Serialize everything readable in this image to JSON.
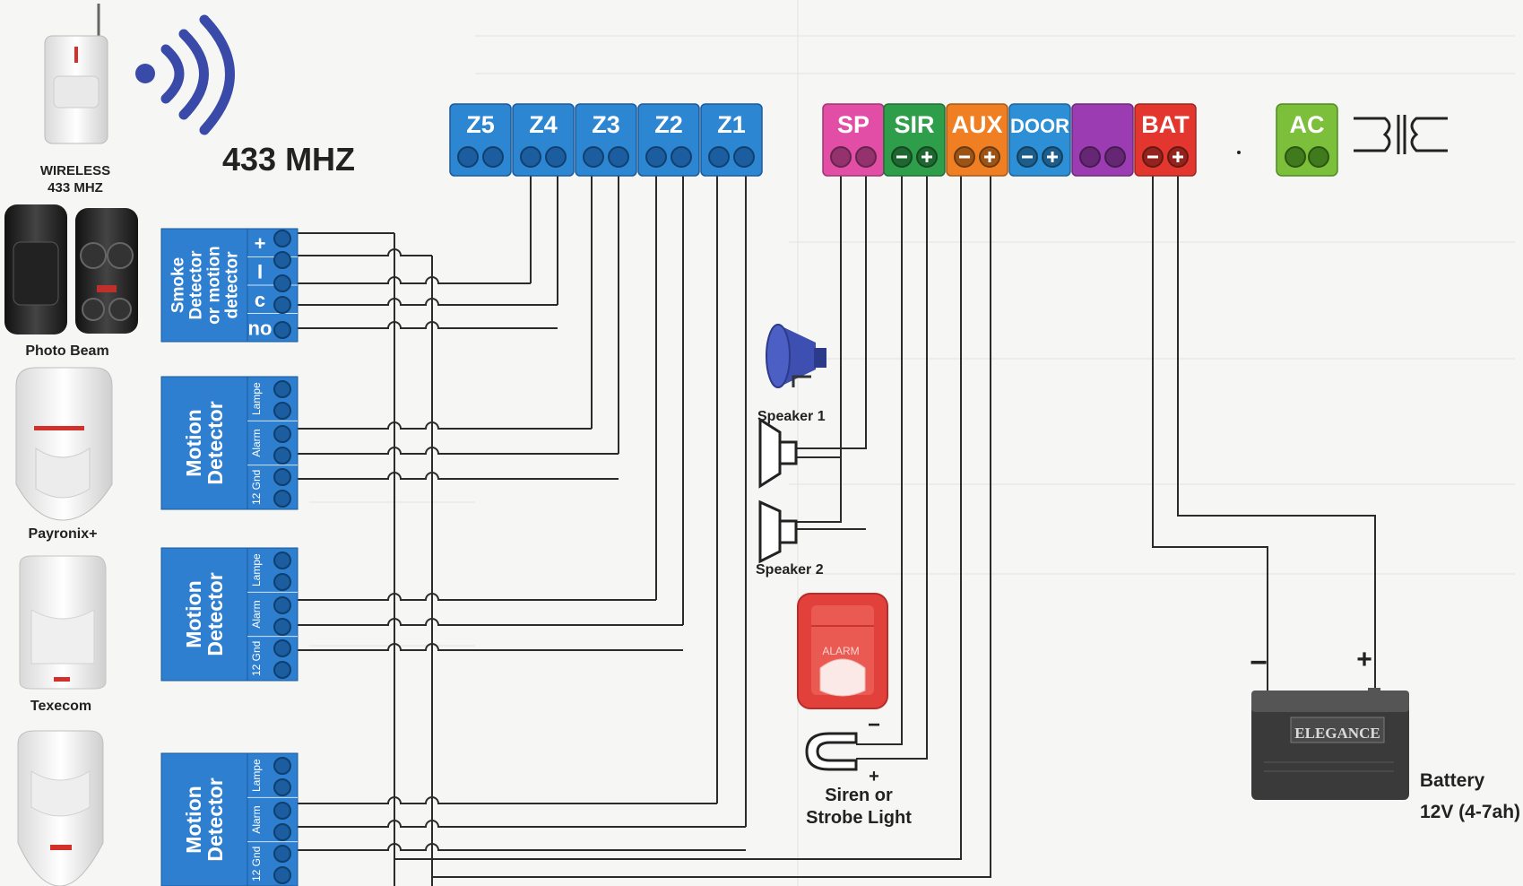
{
  "wireless": {
    "label1": "WIRELESS",
    "label2": "433 MHZ",
    "freq": "433 MHZ"
  },
  "device_labels": {
    "photo_beam": "Photo Beam",
    "payronix": "Payronix+",
    "texecom": "Texecom"
  },
  "zones": [
    "Z5",
    "Z4",
    "Z3",
    "Z2",
    "Z1"
  ],
  "outputs": [
    {
      "label": "SP",
      "color": "#e24da6"
    },
    {
      "label": "SIR",
      "color": "#2f9e4a"
    },
    {
      "label": "AUX",
      "color": "#ef7f22"
    },
    {
      "label": "DOOR",
      "color": "#2d8fd6"
    },
    {
      "label": "",
      "color": "#9b3cb2"
    },
    {
      "label": "BAT",
      "color": "#e3362e"
    }
  ],
  "ac": {
    "label": "AC",
    "color": "#7cbf3a"
  },
  "zone_color": "#2d86d2",
  "detector_color": "#2f7fd0",
  "smoke_detector": {
    "lines": [
      "Smoke",
      "Detector",
      "or motion",
      "detector"
    ],
    "pins": [
      "+",
      "I",
      "c",
      "no"
    ]
  },
  "motion_detector": {
    "lines": [
      "Motion",
      "Detector"
    ],
    "pins": [
      "Lampe",
      "Alarm",
      "12 Gnd"
    ]
  },
  "speakers": {
    "s1": "Speaker 1",
    "s2": "Speaker 2"
  },
  "siren": {
    "alarm_text": "ALARM",
    "minus": "−",
    "plus": "+",
    "line1": "Siren or",
    "line2": "Strobe Light"
  },
  "battery": {
    "brand": "ELEGANCE",
    "minus": "−",
    "plus": "+",
    "line1": "Battery",
    "line2": "12V (4-7ah)"
  }
}
